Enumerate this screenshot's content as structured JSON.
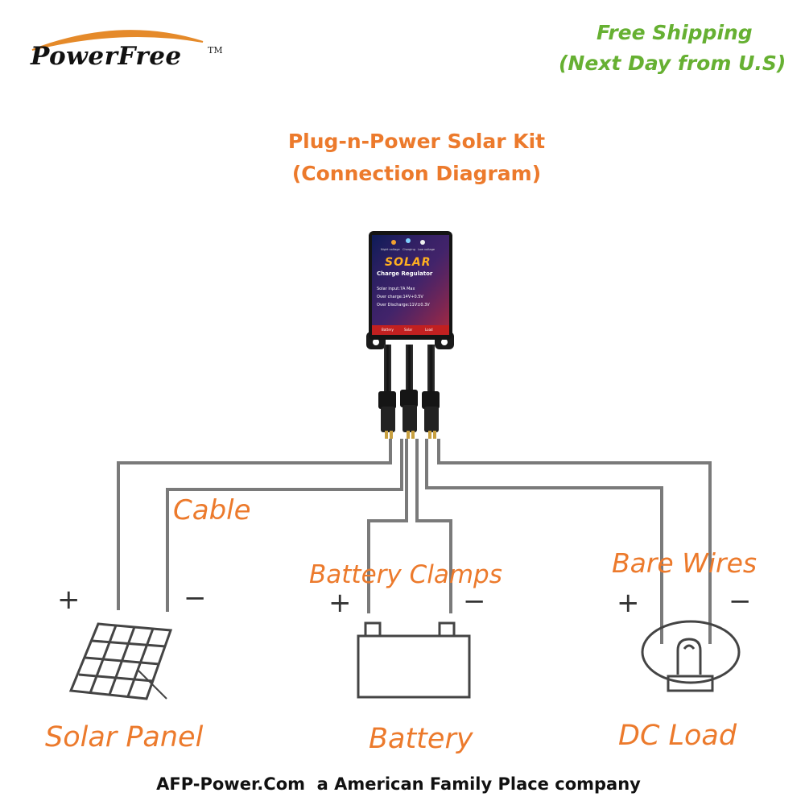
{
  "brand": {
    "name": "PowerFree",
    "trademark": "TM"
  },
  "shipping": {
    "line1": "Free Shipping",
    "line2": "(Next Day from U.S)"
  },
  "title": {
    "line1": "Plug-n-Power Solar Kit",
    "line2": "(Connection Diagram)"
  },
  "regulator": {
    "logo": "SOLAR",
    "subtitle": "Charge Regulator",
    "leds": [
      "Night voltage",
      "Charging",
      "Low voltage"
    ],
    "specs": [
      "Solar input:7A Max",
      "Over charge:14V+0.5V",
      "Over Discharge:11V±0.3V"
    ],
    "ports": [
      "Battery",
      "Solar",
      "Load"
    ]
  },
  "labels": {
    "cable": "Cable",
    "battery_clamps": "Battery Clamps",
    "bare_wires": "Bare Wires",
    "solar_panel": "Solar Panel",
    "battery": "Battery",
    "dc_load": "DC Load",
    "plus": "+",
    "minus": "−"
  },
  "footer": "AFP-Power.Com  a American Family Place company",
  "colors": {
    "orange": "#ec7a2c",
    "green": "#66b032",
    "wire": "#7a7a7a"
  }
}
